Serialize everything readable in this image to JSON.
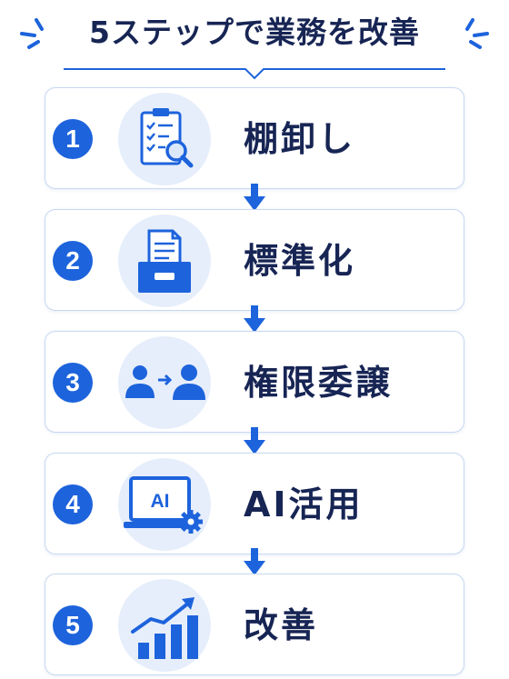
{
  "title": "5ステップで業務を改善",
  "colors": {
    "accent": "#1d63dc",
    "text": "#172554",
    "card_border": "#c7d8f2",
    "icon_bg": "#e6eefb"
  },
  "steps": [
    {
      "number": "1",
      "label": "棚卸し",
      "icon": "clipboard-checklist-magnifier-icon"
    },
    {
      "number": "2",
      "label": "標準化",
      "icon": "document-tray-icon"
    },
    {
      "number": "3",
      "label": "権限委譲",
      "icon": "delegation-people-icon"
    },
    {
      "number": "4",
      "label": "AI活用",
      "icon": "ai-laptop-gear-icon"
    },
    {
      "number": "5",
      "label": "改善",
      "icon": "growth-chart-icon"
    }
  ],
  "icon_text": {
    "ai_screen": "AI"
  }
}
